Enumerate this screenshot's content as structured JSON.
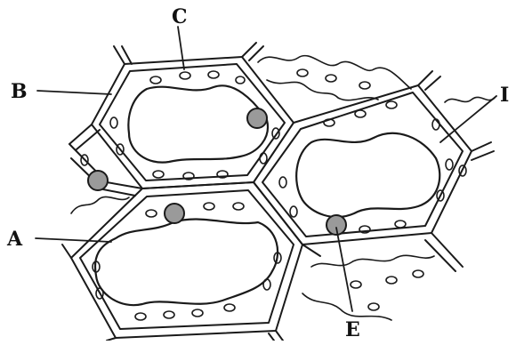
{
  "labels": {
    "a": "A",
    "b": "B",
    "c": "C",
    "d": "I",
    "e": "E"
  },
  "colors": {
    "ink": "#1a1a1a",
    "nucleus_fill": "#9a9a9a",
    "background": "#ffffff"
  }
}
